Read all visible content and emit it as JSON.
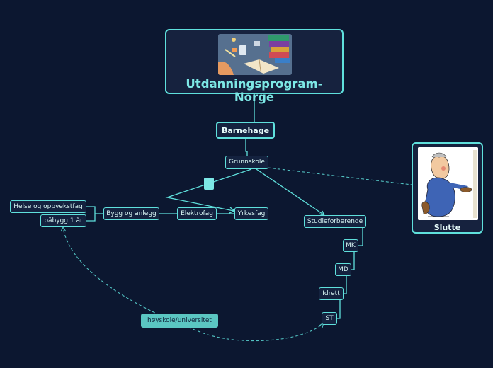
{
  "root": {
    "title": "Utdanningsprogram-Norge",
    "image_icon": "books-desk-illustration"
  },
  "nodes": {
    "barnehage": "Barnehage",
    "grunnskole": "Grunnskole",
    "yrkesfag": "Yrkesfag",
    "elektrofag": "Elektrofag",
    "bygg": "Bygg og anlegg",
    "helse": "Helse og oppvekstfag",
    "pabygg": "påbygg 1 år",
    "studie": "Studieforberende",
    "mk": "MK",
    "md": "MD",
    "idrett": "Idrett",
    "st": "ST"
  },
  "slutte": {
    "title": "Slutte",
    "image_icon": "beggar-figure-illustration"
  },
  "floating": "høyskole/universitet",
  "colors": {
    "background": "#0c1730",
    "accent": "#5fe0dc",
    "node_fill": "#14223f",
    "floating_fill": "#5bc6c2"
  }
}
